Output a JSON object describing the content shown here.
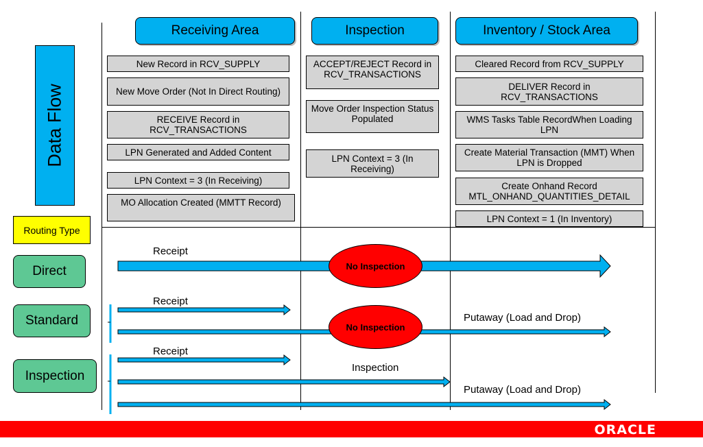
{
  "headers": {
    "receiving": "Receiving Area",
    "inspection": "Inspection",
    "inventory": "Inventory / Stock Area"
  },
  "side": {
    "data_flow": "Data Flow",
    "routing_type": "Routing Type"
  },
  "receiving_records": [
    "New Record in RCV_SUPPLY",
    "New Move Order  (Not In Direct Routing)",
    "RECEIVE Record in RCV_TRANSACTIONS",
    "LPN Generated and Added Content",
    "LPN Context = 3 (In Receiving)",
    "MO Allocation Created (MMTT Record)"
  ],
  "inspection_records": [
    "ACCEPT/REJECT Record in RCV_TRANSACTIONS",
    "Move Order Inspection Status Populated",
    "LPN Context = 3 (In Receiving)"
  ],
  "inventory_records": [
    "Cleared Record from RCV_SUPPLY",
    "DELIVER Record in RCV_TRANSACTIONS",
    "WMS Tasks Table RecordWhen Loading LPN",
    "Create Material Transaction (MMT) When LPN is Dropped",
    "Create Onhand  Record MTL_ONHAND_QUANTITIES_DETAIL",
    "LPN Context = 1 (In Inventory)"
  ],
  "routing_types": [
    "Direct",
    "Standard",
    "Inspection"
  ],
  "flow_labels": {
    "receipt": "Receipt",
    "no_inspection": "No Inspection",
    "putaway": "Putaway (Load and Drop)",
    "inspection": "Inspection"
  },
  "colors": {
    "header_fill": "#00b0f0",
    "record_fill": "#d4d4d4",
    "routing_fill": "#ffff00",
    "route_type_fill": "#5ec894",
    "no_inspection_fill": "#ff0000",
    "arrow_fill": "#00b0f0",
    "footer": "#ff0000"
  },
  "footer": {
    "logo": "ORACLE"
  }
}
